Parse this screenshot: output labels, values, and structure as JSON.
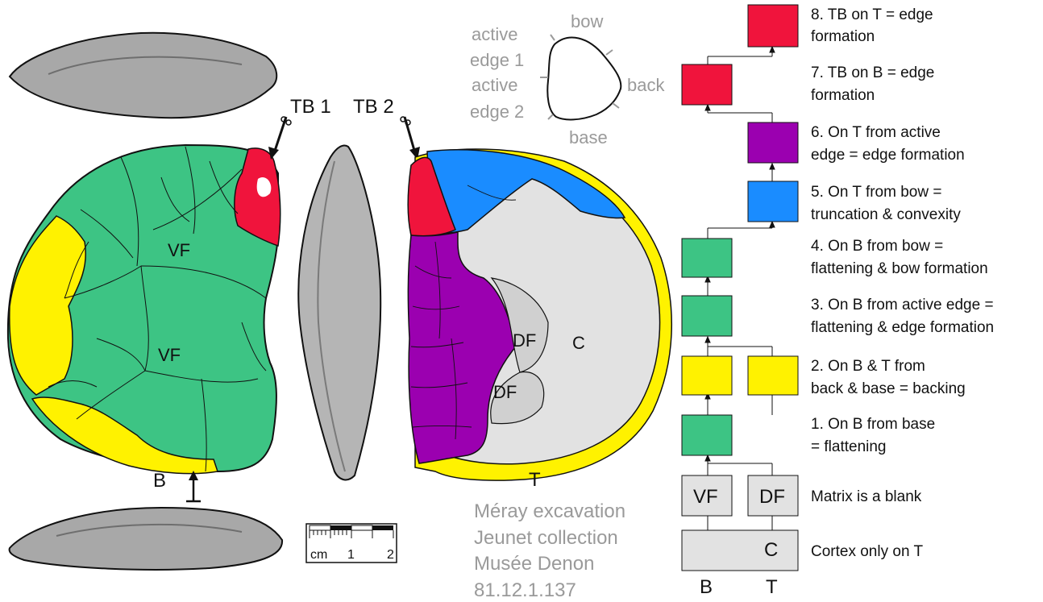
{
  "artifact_labels": {
    "tb1": "TB 1",
    "tb2": "TB 2",
    "vf_top": "VF",
    "vf_mid": "VF",
    "df_upper": "DF",
    "df_lower": "DF",
    "c": "C",
    "face_b": "B",
    "face_t": "T"
  },
  "outline_labels": {
    "active_edge_1_line1": "active",
    "active_edge_1_line2": "edge 1",
    "active_edge_2_line1": "active",
    "active_edge_2_line2": "edge 2",
    "bow": "bow",
    "back": "back",
    "base": "base"
  },
  "scale_bar": {
    "unit": "cm",
    "tick_1": "1",
    "tick_2": "2"
  },
  "provenance": [
    "Méray excavation",
    "Jeunet collection",
    "Musée Denon",
    "81.12.1.137"
  ],
  "sequence": [
    {
      "line1": "8. TB on T = edge",
      "line2": "formation"
    },
    {
      "line1": "7. TB on B = edge",
      "line2": "formation"
    },
    {
      "line1": "6. On T from active",
      "line2": "edge = edge formation"
    },
    {
      "line1": "5. On T from bow =",
      "line2": "truncation & convexity"
    },
    {
      "line1": "4. On B from bow =",
      "line2": "flattening & bow formation"
    },
    {
      "line1": "3. On B from active edge =",
      "line2": "flattening & edge formation"
    },
    {
      "line1": "2. On B & T from",
      "line2": "back & base = backing"
    },
    {
      "line1": "1. On B from base",
      "line2": "= flattening"
    },
    {
      "line1": "Matrix is a blank",
      "line2": ""
    },
    {
      "line1": "Cortex only on T",
      "line2": ""
    }
  ],
  "matrix_boxes": {
    "vf": "VF",
    "df": "DF",
    "c": "C"
  },
  "column_labels": {
    "b": "B",
    "t": "T"
  },
  "colors": {
    "green": "#3dc484",
    "yellow": "#fff200",
    "red": "#f0143c",
    "purple": "#9b00b0",
    "blue": "#1a8cff",
    "light_gray": "#e2e2e2",
    "gray_text": "#9a9a9a"
  }
}
